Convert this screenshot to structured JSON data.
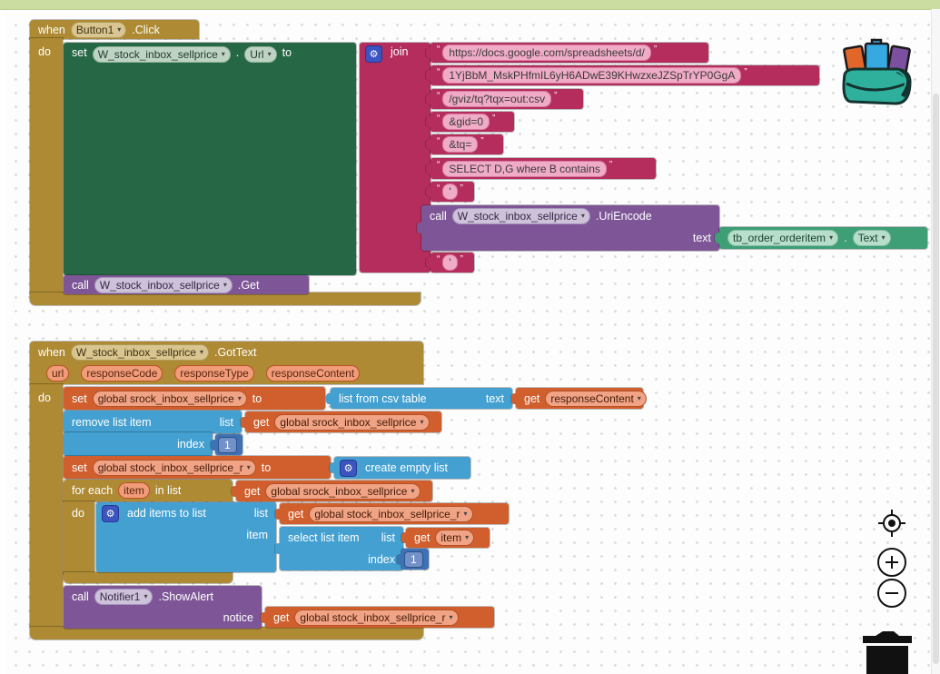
{
  "icons": {
    "dropdown": "▾",
    "gear": "⚙",
    "quote_open": "“",
    "quote_close": "”"
  },
  "palette": {
    "control_gold": "#AD8A33",
    "component_set_green": "#266846",
    "text_magenta": "#B42D5C",
    "component_call_purple": "#7E5697",
    "component_get_teal": "#3E9E75",
    "variables_orange": "#D05F2D",
    "lists_blue": "#43A0D1",
    "math_blue": "#3F71B5",
    "topbar_green": "#CCDDA2"
  },
  "stack1": {
    "when_label": "when",
    "component": "Button1",
    "event": ".Click",
    "do_label": "do",
    "set_label": "set",
    "set_component": "W_stock_inbox_sellprice",
    "set_dot": ".",
    "property": "Url",
    "to_label": "to",
    "join_label": "join",
    "strings": [
      "https://docs.google.com/spreadsheets/d/",
      "1YjBbM_MskPHfmIL6yH6ADwE39KHwzxeJZSpTrYP0GgA",
      "/gviz/tq?tqx=out:csv",
      "&gid=0",
      "&tq=",
      "SELECT D,G where B contains ",
      "'",
      "'"
    ],
    "uri": {
      "call": "call",
      "component": "W_stock_inbox_sellprice",
      "method": ".UriEncode",
      "arg": "text",
      "text_component": "tb_order_orderitem",
      "dot": ".",
      "property": "Text"
    },
    "getcall": {
      "call": "call",
      "component": "W_stock_inbox_sellprice",
      "method": ".Get"
    }
  },
  "stack2": {
    "when_label": "when",
    "component": "W_stock_inbox_sellprice",
    "event": ".GotText",
    "params": [
      "url",
      "responseCode",
      "responseType",
      "responseContent"
    ],
    "do_label": "do",
    "set1": {
      "set": "set",
      "var": "global srock_inbox_sellprice",
      "to": "to"
    },
    "csv": {
      "label": "list from csv table",
      "arg": "text"
    },
    "get_response": {
      "get": "get",
      "var": "responseContent"
    },
    "remove": {
      "label": "remove list item",
      "list": "list",
      "index": "index",
      "value": "1"
    },
    "get_srock": {
      "get": "get",
      "var": "global srock_inbox_sellprice"
    },
    "set2": {
      "set": "set",
      "var": "global stock_inbox_sellprice_r",
      "to": "to"
    },
    "create": {
      "label": "create empty list"
    },
    "foreach": {
      "label": "for each",
      "var": "item",
      "in_list": "in list",
      "do": "do"
    },
    "get_srock2": {
      "get": "get",
      "var": "global srock_inbox_sellprice"
    },
    "add": {
      "label": "add items to list",
      "list": "list",
      "item": "item"
    },
    "get_r": {
      "get": "get",
      "var": "global stock_inbox_sellprice_r"
    },
    "select": {
      "label": "select list item",
      "list": "list",
      "index": "index",
      "value": "1"
    },
    "get_item": {
      "get": "get",
      "var": "item"
    },
    "notifier": {
      "call": "call",
      "component": "Notifier1",
      "method": ".ShowAlert",
      "arg": "notice"
    },
    "get_r2": {
      "get": "get",
      "var": "global stock_inbox_sellprice_r"
    }
  }
}
